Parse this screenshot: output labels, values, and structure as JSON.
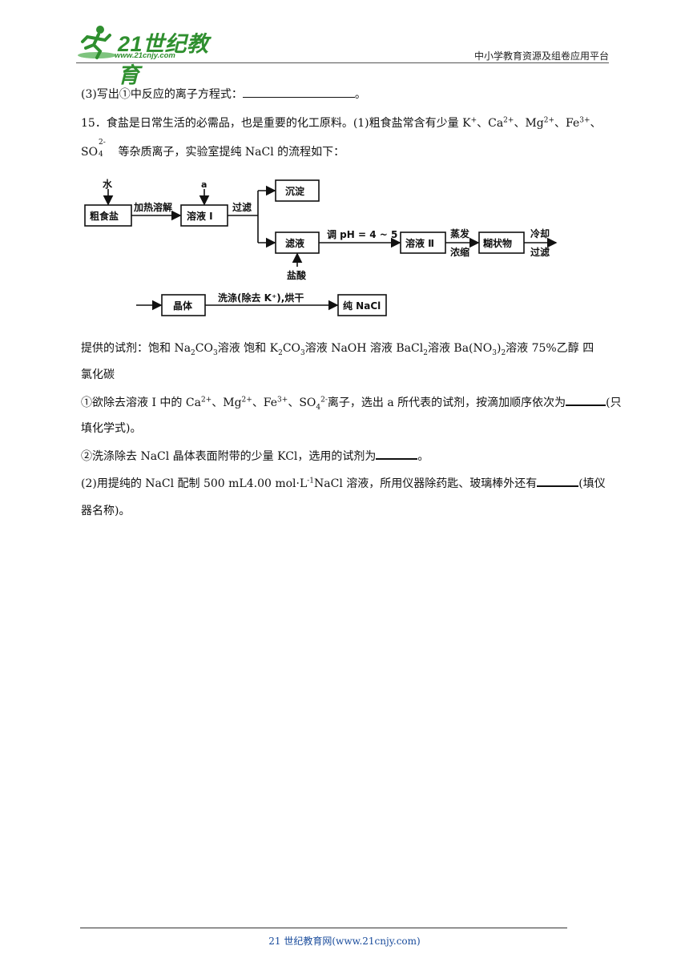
{
  "header": {
    "logo_text": "21世纪教育",
    "logo_url": "www.21cnjy.com",
    "right_text": "中小学教育资源及组卷应用平台"
  },
  "q_prev": {
    "prefix": "(3)写出①中反应的离子方程式：",
    "suffix": "。"
  },
  "q15": {
    "intro_a": "15．食盐是日常生活的必需品，也是重要的化工原料。(1)粗食盐常含有少量 K",
    "k_sup": "+",
    "sep1": "、Ca",
    "ca_sup": "2+",
    "sep2": "、Mg",
    "mg_sup": "2+",
    "sep3": "、Fe",
    "fe_sup": "3+",
    "sep4": "、",
    "so4_base": "SO",
    "so4_sup": "2-",
    "so4_sub": "4",
    "intro_b": " 等杂质离子，实验室提纯 NaCl 的流程如下：",
    "reagents_a": "提供的试剂：饱和 Na",
    "reagents_a_sub": "2",
    "reagents_b": "CO",
    "reagents_b_sub": "3",
    "reagents_c": "溶液   饱和 K",
    "reagents_c_sub": "2",
    "reagents_d": "CO",
    "reagents_d_sub": "3",
    "reagents_e": "溶液   NaOH 溶液   BaCl",
    "reagents_e_sub": "2",
    "reagents_f": "溶液   Ba(NO",
    "reagents_f_sub": "3",
    "reagents_g": ")",
    "reagents_g_sub": "2",
    "reagents_h": "溶液   75%乙醇     四",
    "reagents_line2": "氯化碳",
    "s1_a": "①欲除去溶液 I 中的 Ca",
    "s1_ca": "2+",
    "s1_b": "、Mg",
    "s1_mg": "2+",
    "s1_c": "、Fe",
    "s1_fe": "3+",
    "s1_d": "、SO",
    "s1_so_sub": "4",
    "s1_so_sup": "2-",
    "s1_e": "离子，选出 a 所代表的试剂，按滴加顺序依次为",
    "s1_f": "(只",
    "s1_line2": "填化学式)。",
    "s2_a": "②洗涤除去 NaCl 晶体表面附带的少量 KCl，选用的试剂为",
    "s2_b": "。",
    "p2_a": "(2)用提纯的 NaCl 配制 500 mL4.00 mol·L",
    "p2_sup": "-1",
    "p2_b": "NaCl 溶液，所用仪器除药匙、玻璃棒外还有",
    "p2_c": "(填仪",
    "p2_line2": "器名称)。"
  },
  "diagram": {
    "water": "水",
    "reagent_a": "a",
    "crude_salt": "粗食盐",
    "heat_dissolve": "加热溶解",
    "solution_1": "溶液 I",
    "filter": "过滤",
    "precipitate": "沉淀",
    "filtrate": "滤液",
    "adjust_ph": "调 pH = 4 ~ 5",
    "hcl": "盐酸",
    "solution_2": "溶液 Ⅱ",
    "evaporate": "蒸发",
    "concentrate": "浓缩",
    "paste": "糊状物",
    "cool": "冷却",
    "filter2": "过滤",
    "crystal": "晶体",
    "wash": "洗涤(除去 K⁺),烘干",
    "pure_nacl": "纯 NaCl"
  },
  "footer": {
    "text": "21 世纪教育网(www.21cnjy.com)"
  },
  "colors": {
    "logo_green": "#2f8f2f",
    "footer_blue": "#1a4c9c"
  }
}
